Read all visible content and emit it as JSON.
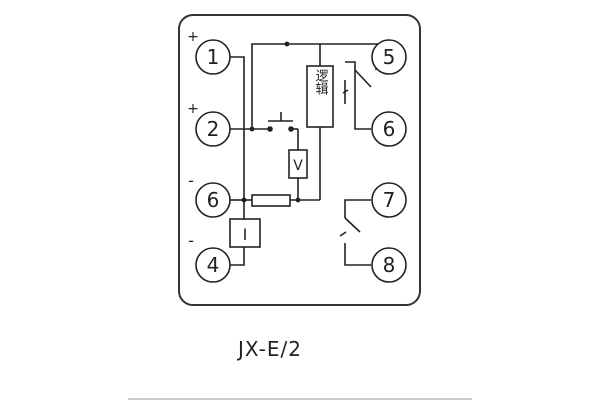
{
  "diagram": {
    "model_label": "JX-E/2",
    "relay_block_label": "逻辑",
    "meter_v_label": "V",
    "meter_i_label": "I",
    "terminals": {
      "t1": "1",
      "t2": "2",
      "t6": "6",
      "t4": "4",
      "t5": "5",
      "t6r": "6",
      "t7": "7",
      "t8": "8"
    },
    "polarity": {
      "t1": "+",
      "t2": "+",
      "t6": "-",
      "t4": "-"
    }
  },
  "colors": {
    "line": "#222222",
    "frame": "#333333",
    "background": "#ffffff",
    "bottom_rule": "#bbbbbb"
  }
}
